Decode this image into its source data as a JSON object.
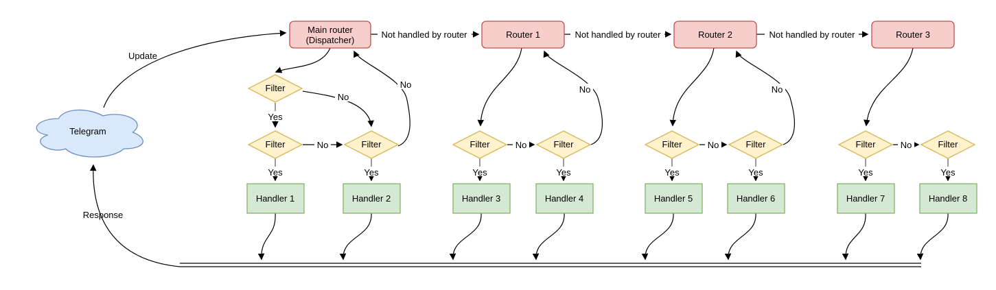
{
  "diagram": {
    "title_hint": "Update routing through dispatcher, routers, filters and handlers",
    "cloud": {
      "label": "Telegram"
    },
    "dispatcher": {
      "line1": "Main router",
      "line2": "(Dispatcher)"
    },
    "routers": [
      {
        "label": "Router 1"
      },
      {
        "label": "Router 2"
      },
      {
        "label": "Router 3"
      }
    ],
    "filter_label": "Filter",
    "handlers": [
      {
        "label": "Handler 1"
      },
      {
        "label": "Handler 2"
      },
      {
        "label": "Handler 3"
      },
      {
        "label": "Handler 4"
      },
      {
        "label": "Handler 5"
      },
      {
        "label": "Handler 6"
      },
      {
        "label": "Handler 7"
      },
      {
        "label": "Handler 8"
      }
    ],
    "edge_labels": {
      "update": "Update",
      "response": "Response",
      "not_handled": "Not handled by router",
      "yes": "Yes",
      "no": "No"
    },
    "colors": {
      "router_fill": "#f8cecc",
      "router_stroke": "#b85450",
      "filter_fill": "#fff2cc",
      "filter_stroke": "#d6b656",
      "handler_fill": "#d5e8d4",
      "handler_stroke": "#82b366",
      "cloud_fill": "#dae8fc",
      "cloud_stroke": "#6c8ebf",
      "edge": "#000000"
    }
  }
}
